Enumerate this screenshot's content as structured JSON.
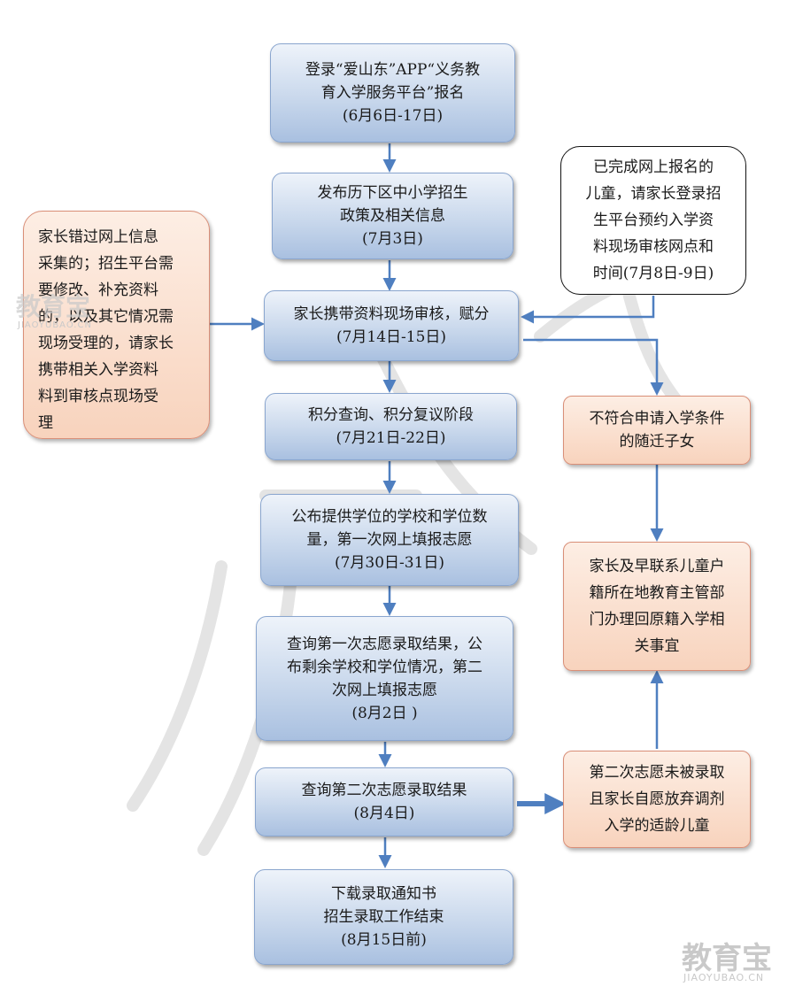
{
  "steps": {
    "s1": "登录“爱山东”APP“义务教\n育入学服务平台”报名\n(6月6日-17日)",
    "s2": "发布历下区中小学招生\n政策及相关信息\n(7月3日)",
    "s3": "家长携带资料现场审核，赋分\n(7月14日-15日)",
    "s4": "积分查询、积分复议阶段\n(7月21日-22日)",
    "s5": "公布提供学位的学校和学位数\n量，第一次网上填报志愿\n(7月30日-31日)",
    "s6": "查询第一次志愿录取结果，公\n布剩余学校和学位情况，第二\n次网上填报志愿\n(8月2日 )",
    "s7": "查询第二次志愿录取结果\n(8月4日)",
    "s8": "下载录取通知书\n招生录取工作结束\n(8月15日前)"
  },
  "side": {
    "left": "家长错过网上信息\n采集的；招生平台需\n要修改、补充资料\n的，以及其它情况需\n现场受理的，请家长\n携带相关入学资料\n料到审核点现场受\n理",
    "top_right": "已完成网上报名的\n儿童，请家长登录招\n生平台预约入学资\n料现场审核网点和\n时间(7月8日-9日)",
    "r1": "不符合申请入学条件\n的随迁子女",
    "r2": "家长及早联系儿童户\n籍所在地教育主管部\n门办理回原籍入学相\n关事宜",
    "r3": "第二次志愿未被录取\n且家长自愿放弃调剂\n入学的适龄儿童"
  },
  "watermarks": {
    "brand": "教育宝",
    "sub": "JIAOYUBAO.CN"
  },
  "colors": {
    "arrow": "#4f7fc0",
    "blue_border": "#8aa6cf",
    "orange_border": "#d98f78"
  }
}
